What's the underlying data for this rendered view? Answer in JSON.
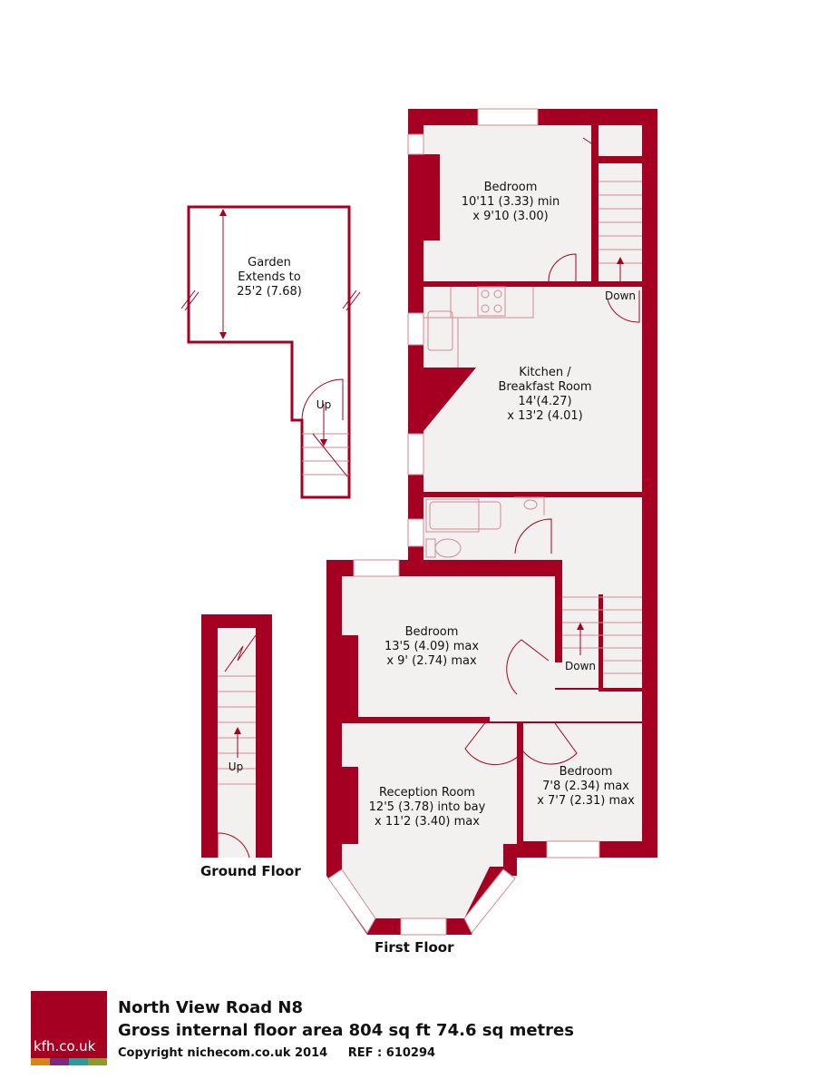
{
  "colors": {
    "wall": "#a50021",
    "floor": "#f3f1ef",
    "fixture": "#d08a96"
  },
  "rooms": {
    "bedroom_top": {
      "name": "Bedroom",
      "dim1": "10'11 (3.33) min",
      "dim2": "x 9'10 (3.00)"
    },
    "kitchen": {
      "name1": "Kitchen /",
      "name2": "Breakfast Room",
      "dim1": "14'(4.27)",
      "dim2": "x 13'2 (4.01)"
    },
    "bedroom_mid": {
      "name": "Bedroom",
      "dim1": "13'5 (4.09) max",
      "dim2": "x 9' (2.74) max"
    },
    "reception": {
      "name": "Reception Room",
      "dim1": "12'5 (3.78) into bay",
      "dim2": "x 11'2 (3.40) max"
    },
    "bedroom_small": {
      "name": "Bedroom",
      "dim1": "7'8 (2.34) max",
      "dim2": "x 7'7 (2.31) max"
    },
    "garden": {
      "name": "Garden",
      "dim1": "Extends to",
      "dim2": "25'2 (7.68)"
    }
  },
  "stairs": {
    "down_top": "Down",
    "down_mid": "Down",
    "up_garden": "Up",
    "up_ground": "Up"
  },
  "floors": {
    "ground": "Ground Floor",
    "first": "First Floor"
  },
  "footer": {
    "logo": "kfh.co.uk",
    "logo_colors": [
      "#d4861a",
      "#7a2b7e",
      "#2e9a9a",
      "#8f9a2e"
    ],
    "address": "North View Road  N8",
    "area": "Gross internal floor area 804 sq ft 74.6 sq metres",
    "copyright": "Copyright nichecom.co.uk 2014",
    "ref": "REF : 610294"
  }
}
